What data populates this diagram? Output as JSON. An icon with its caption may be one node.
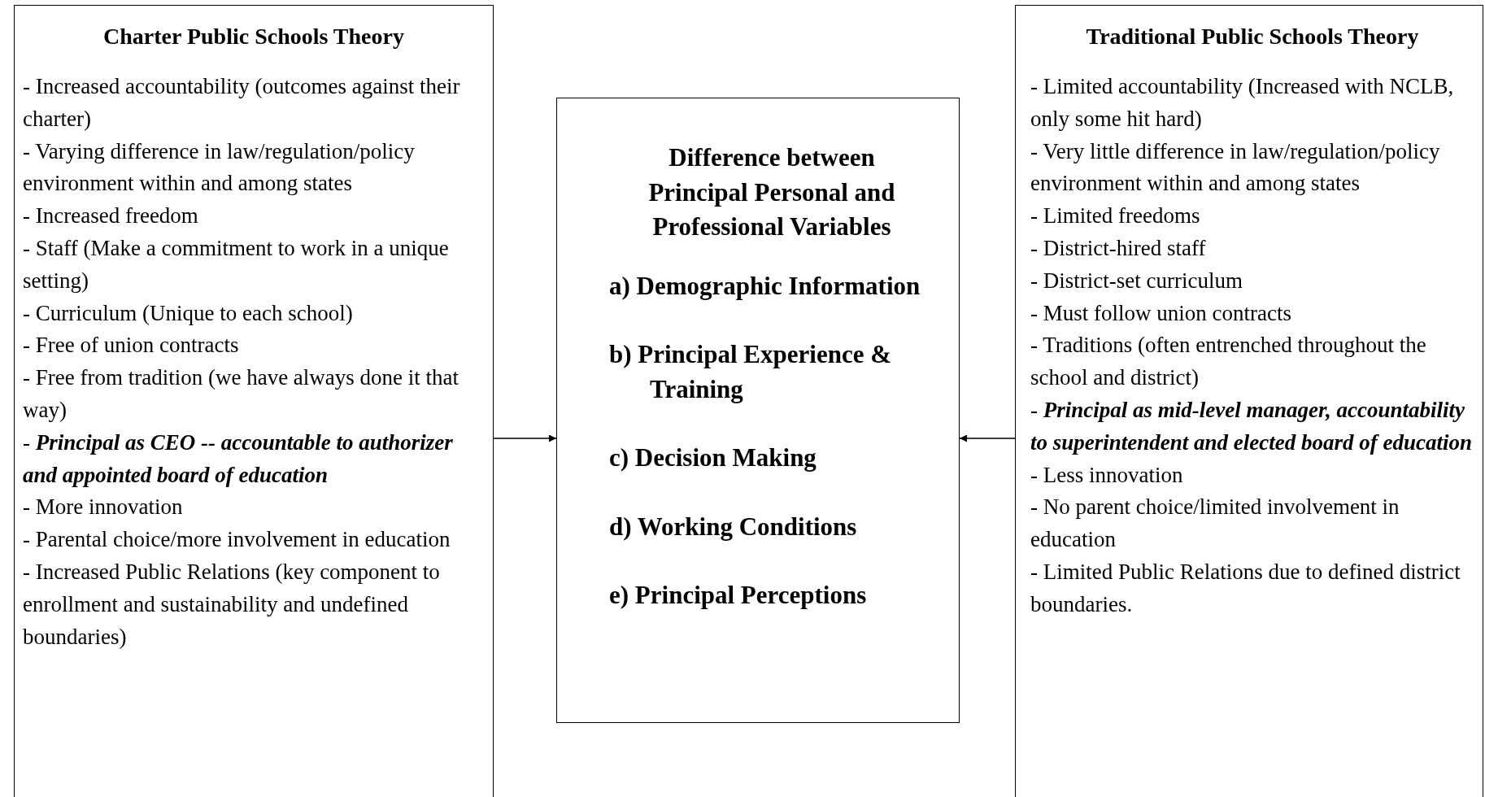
{
  "diagram": {
    "nodes": [
      {
        "text": [
          "Charter Public Schools Theory",
          "- Increased accountability (outcomes against their charter)",
          "- Varying difference in law/regulation/policy environment within and among states",
          "- Increased freedom",
          "- Staff (Make a commitment to work in a unique setting)",
          "- Curriculum (Unique to each school)",
          "- Free of union contracts",
          "- Free from tradition (we have always done it that way)",
          "- **Principal as CEO -- accountable to authorizer and appointed board of education**",
          "- More innovation",
          "- Parental choice/more involvement in education",
          "- Increased Public Relations (key component to enrollment and sustainability and undefined boundaries)"
        ]
      },
      {
        "text": [
          "Difference between Principal Personal and Professional Variables",
          "a) Demographic Information",
          "b) Principal Experience & Training",
          "c) Decision Making",
          "d) Working Conditions",
          "e) Principal Perceptions"
        ]
      },
      {
        "text": [
          "Traditional Public Schools Theory",
          "- Limited accountability (Increased with NCLB, only some hit hard)",
          "- Very little difference in law/regulation/policy environment within and among states",
          "- Limited freedoms",
          "- District-hired staff",
          "- District-set curriculum",
          "- Must follow union contracts",
          "- Traditions (often entrenched throughout the school and district)",
          "- **Principal as mid-level manager, accountability to superintendent and elected board of education**",
          "- Less innovation",
          "- No parent choice/limited involvement in education",
          "- Limited Public Relations due to defined district boundaries."
        ]
      }
    ],
    "edges": [
      {
        "from": 0,
        "to": 1,
        "arrow": "to"
      },
      {
        "from": 2,
        "to": 1,
        "arrow": "to"
      }
    ]
  }
}
